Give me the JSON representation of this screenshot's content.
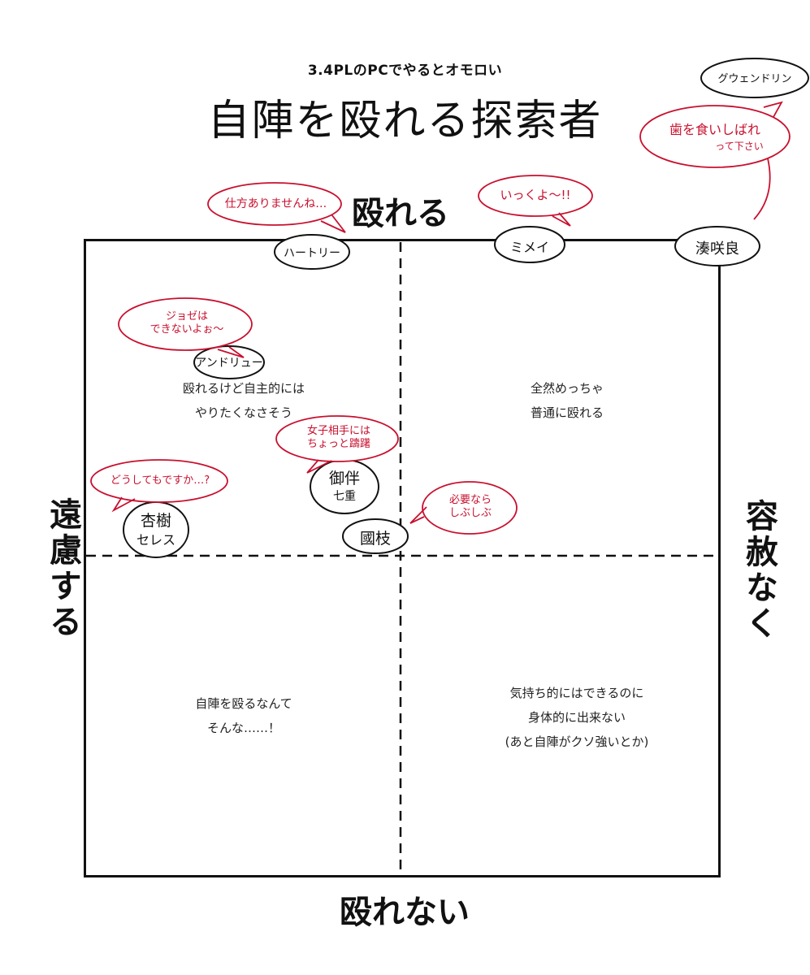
{
  "header": {
    "subtitle": "3.4PLのPCでやるとオモロい",
    "title": "自陣を殴れる探索者"
  },
  "axes": {
    "top": "殴れる",
    "bottom": "殴れない",
    "left": "遠慮する",
    "right": "容赦なく"
  },
  "quadrants": {
    "top_left": [
      "殴れるけど自主的には",
      "やりたくなさそう"
    ],
    "top_right": [
      "全然めっちゃ",
      "普通に殴れる"
    ],
    "bottom_left": [
      "自陣を殴るなんて",
      "そんな……！"
    ],
    "bottom_right": [
      "気持ち的にはできるのに",
      "身体的に出来ない",
      "(あと自陣がクソ強いとか)"
    ]
  },
  "characters": {
    "gwendolyn": "グウェンドリン",
    "minato": "湊咲良",
    "mimei": "ミメイ",
    "hartley": "ハートリー",
    "andrew": "アンドリュー",
    "mitomo": [
      "御伴",
      "七重"
    ],
    "kunieda": "國枝",
    "kogi": [
      "杏樹",
      "セレス"
    ]
  },
  "comments": {
    "gwendolyn": [
      "歯を食いしばれ",
      "って下さい"
    ],
    "hartley": "仕方ありませんね…",
    "mimei": "いっくよ〜!!",
    "andrew": [
      "ジョゼは",
      "できないよぉ〜"
    ],
    "mitomo": [
      "女子相手には",
      "ちょっと躊躇"
    ],
    "kunieda": [
      "必要なら",
      "しぶしぶ"
    ],
    "kogi": "どうしてもですか…?"
  },
  "colors": {
    "ink": "#111111",
    "comment_red": "#c8102e"
  }
}
